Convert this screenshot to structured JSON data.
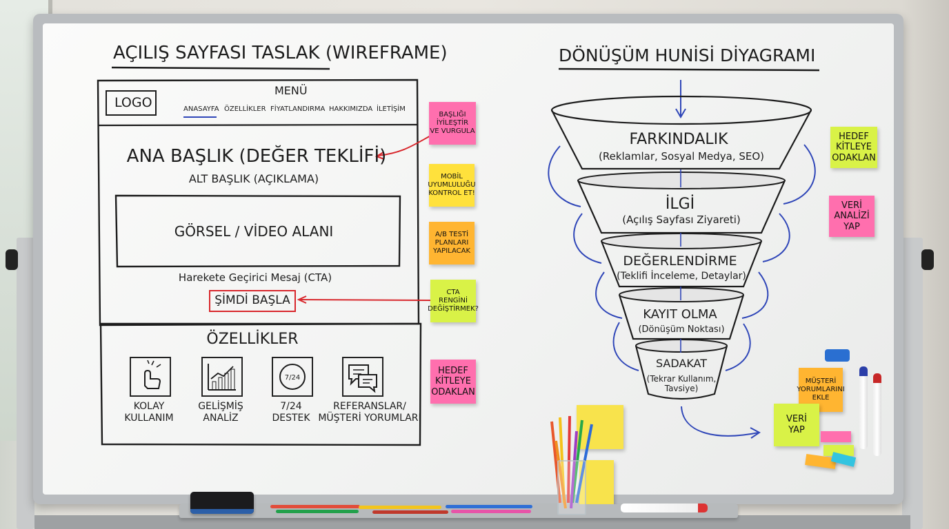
{
  "wireframe": {
    "title": "AÇILIŞ SAYFASI TASLAK (WIREFRAME)",
    "logo": "LOGO",
    "menu_label": "MENÜ",
    "nav": [
      "ANASAYFA",
      "ÖZELLİKLER",
      "FİYATLANDIRMA",
      "HAKKIMIZDA",
      "İLETİŞİM"
    ],
    "headline": "ANA BAŞLIK (DEĞER TEKLİFİ)",
    "subheadline": "ALT BAŞLIK (AÇIKLAMA)",
    "media": "GÖRSEL / VİDEO ALANI",
    "cta_caption": "Harekete Geçirici Mesaj (CTA)",
    "cta_button": "ŞİMDİ BAŞLA",
    "features_title": "ÖZELLİKLER",
    "features": [
      {
        "label": "KOLAY\nKULLANIM",
        "icon": "hand-pointer-icon"
      },
      {
        "label": "GELİŞMİŞ\nANALİZ",
        "icon": "bar-chart-icon"
      },
      {
        "label": "7/24\nDESTEK",
        "icon": "clock-24-icon",
        "icon_text": "7/24"
      },
      {
        "label": "REFERANSLAR/\nMÜŞTERİ YORUMLARI",
        "icon": "chat-bubbles-icon"
      }
    ]
  },
  "notes_middle": [
    {
      "text": "BAŞLIĞI\nİYİLEŞTİR\nVE VURGULA",
      "color": "#ff6fae"
    },
    {
      "text": "MOBİL\nUYUMLULUĞU\nKONTROL ET!",
      "color": "#ffe13c"
    },
    {
      "text": "A/B TESTİ\nPLANLARI\nYAPILACAK",
      "color": "#ffb531"
    },
    {
      "text": "CTA\nRENGİNİ\nDEĞİŞTİRMEK?",
      "color": "#d9f247"
    },
    {
      "text": "HEDEF\nKİTLEYE\nODAKLAN",
      "color": "#ff6fae"
    }
  ],
  "funnel": {
    "title": "DÖNÜŞÜM HUNİSİ DİYAGRAMI",
    "stages": [
      {
        "name": "FARKINDALIK",
        "desc": "(Reklamlar, Sosyal Medya, SEO)"
      },
      {
        "name": "İLGİ",
        "desc": "(Açılış Sayfası Ziyareti)"
      },
      {
        "name": "DEĞERLENDİRME",
        "desc": "(Teklifi İnceleme, Detaylar)"
      },
      {
        "name": "KAYIT OLMA",
        "desc": "(Dönüşüm Noktası)"
      },
      {
        "name": "SADAKAT",
        "desc": "(Tekrar Kullanım,\nTavsiye)"
      }
    ]
  },
  "notes_right": [
    {
      "text": "HEDEF\nKİTLEYE\nODAKLAN",
      "color": "#d9f247"
    },
    {
      "text": "VERİ\nANALİZİ\nYAP",
      "color": "#ff6fae"
    },
    {
      "text": "MÜŞTERİ\nYORUMLARINI\nEKLE",
      "color": "#ffb531"
    },
    {
      "text": "VERİ\nYAP",
      "color": "#d9f247"
    }
  ],
  "colors": {
    "ink": "#1c1c1c",
    "red_ink": "#d8262b",
    "blue_ink": "#2f46b8"
  }
}
